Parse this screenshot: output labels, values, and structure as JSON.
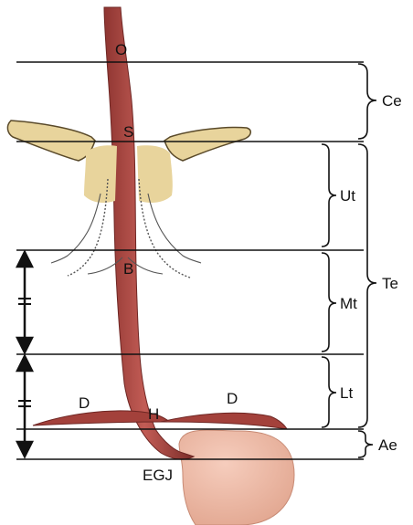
{
  "labels": {
    "O": "O",
    "S": "S",
    "B": "B",
    "H": "H",
    "D_left": "D",
    "D_right": "D",
    "EGJ": "EGJ",
    "Ce": "Ce",
    "Ut": "Ut",
    "Mt": "Mt",
    "Lt": "Lt",
    "Te": "Te",
    "Ae": "Ae"
  },
  "colors": {
    "esophagus": "#a0403c",
    "esophagus_highlight": "#c96a62",
    "stomach": "#eab39f",
    "bone": "#e8d49c",
    "bone_outline": "#5a4a2a",
    "diaphragm": "#a3413b",
    "line": "#111111"
  }
}
